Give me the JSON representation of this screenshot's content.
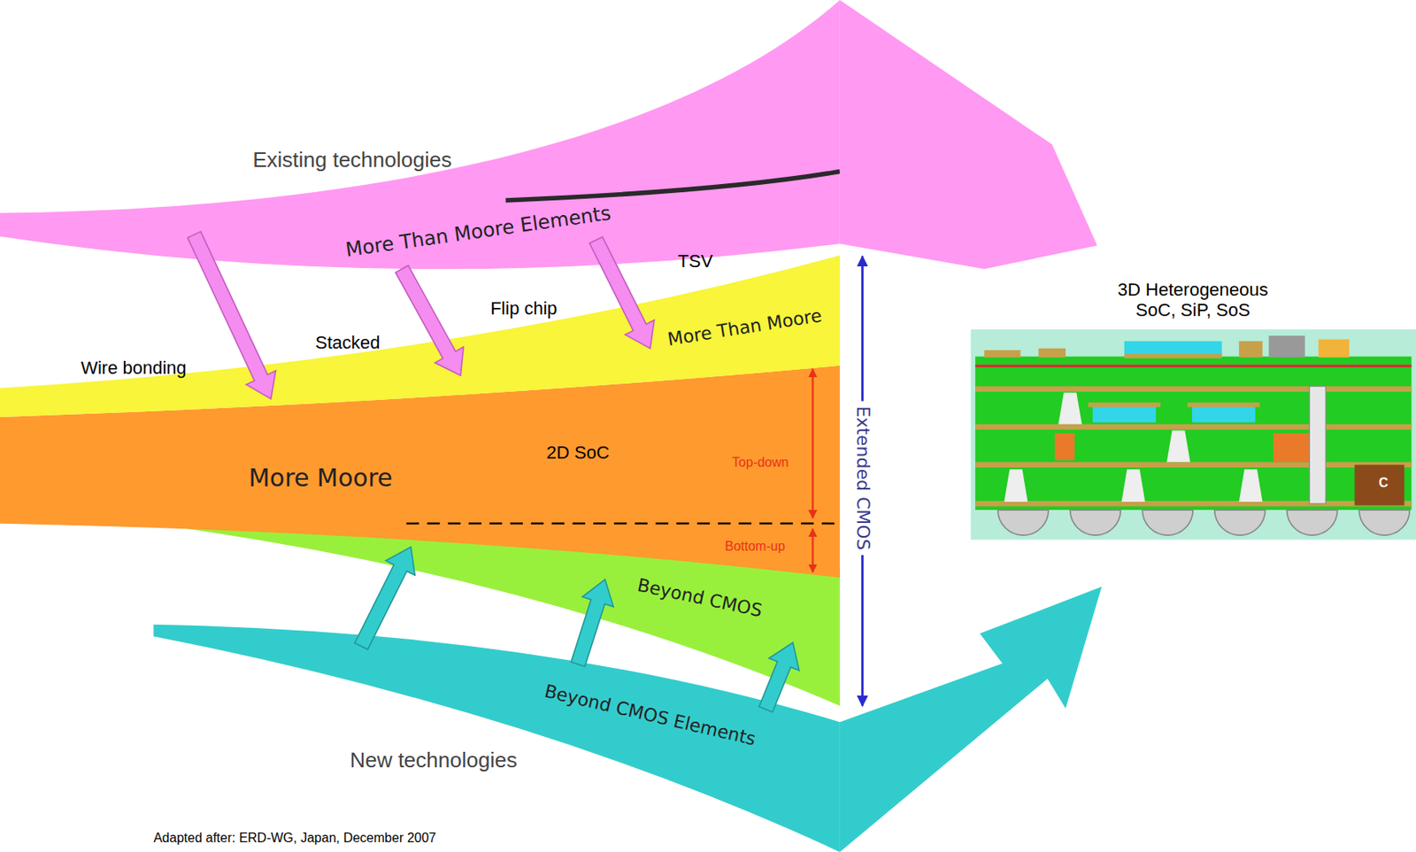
{
  "diagram": {
    "caption": "Adapted after: ERD-WG, Japan, December 2007",
    "nodes": [
      {
        "text": [
          "More Than Moore Elements"
        ]
      },
      {
        "text": [
          "More Than Moore"
        ]
      },
      {
        "text": [
          "More Moore",
          "2D SoC"
        ]
      },
      {
        "text": [
          "Beyond CMOS"
        ]
      },
      {
        "text": [
          "Beyond CMOS Elements"
        ]
      },
      {
        "text": [
          "3D Heterogeneous SoC, SiP, SoS"
        ]
      }
    ],
    "edges": [
      {
        "from": 0,
        "to": 1,
        "arrow": "to"
      },
      {
        "from": 0,
        "to": 1,
        "arrow": "to"
      },
      {
        "from": 0,
        "to": 1,
        "arrow": "to"
      },
      {
        "from": 4,
        "to": 3,
        "arrow": "to"
      },
      {
        "from": 4,
        "to": 3,
        "arrow": "to"
      },
      {
        "from": 4,
        "to": 3,
        "arrow": "to"
      },
      {
        "from": 0,
        "to": 5,
        "arrow": "to"
      },
      {
        "from": 4,
        "to": 5,
        "arrow": "to"
      }
    ],
    "labels": [
      "Existing technologies",
      "Wire bonding",
      "Stacked",
      "Flip chip",
      "TSV",
      "Top-down",
      "Bottom-up",
      "Extended CMOS",
      "New technologies",
      "C"
    ]
  }
}
